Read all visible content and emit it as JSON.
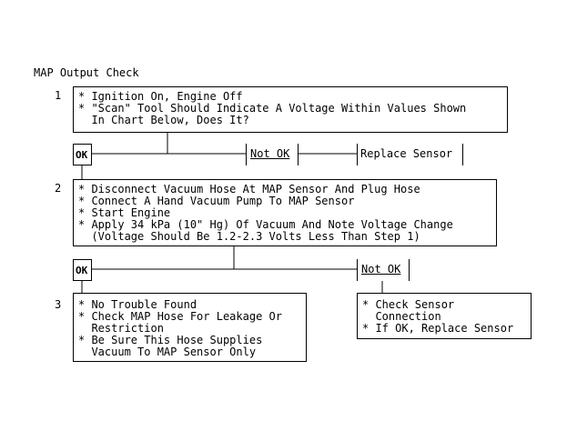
{
  "title": "MAP Output Check",
  "step1": {
    "number": "1",
    "lines": [
      "* Ignition On, Engine Off",
      "* \"Scan\" Tool Should Indicate A Voltage Within Values Shown",
      "  In Chart Below, Does It?"
    ]
  },
  "branch1": {
    "ok": "OK",
    "not_ok": "Not OK",
    "replace": "Replace Sensor"
  },
  "step2": {
    "number": "2",
    "lines": [
      "* Disconnect Vacuum Hose At MAP Sensor And Plug Hose",
      "* Connect A Hand Vacuum Pump To MAP Sensor",
      "* Start Engine",
      "* Apply 34 kPa (10\" Hg) Of Vacuum And Note Voltage Change",
      "  (Voltage Should Be 1.2-2.3 Volts Less Than Step 1)"
    ]
  },
  "branch2": {
    "ok": "OK",
    "not_ok": "Not OK"
  },
  "step3": {
    "number": "3",
    "lines": [
      "* No Trouble Found",
      "* Check MAP Hose For Leakage Or",
      "  Restriction",
      "* Be Sure This Hose Supplies",
      "  Vacuum To MAP Sensor Only"
    ]
  },
  "not_ok_action": {
    "lines": [
      "* Check Sensor",
      "  Connection",
      "* If OK, Replace Sensor"
    ]
  }
}
